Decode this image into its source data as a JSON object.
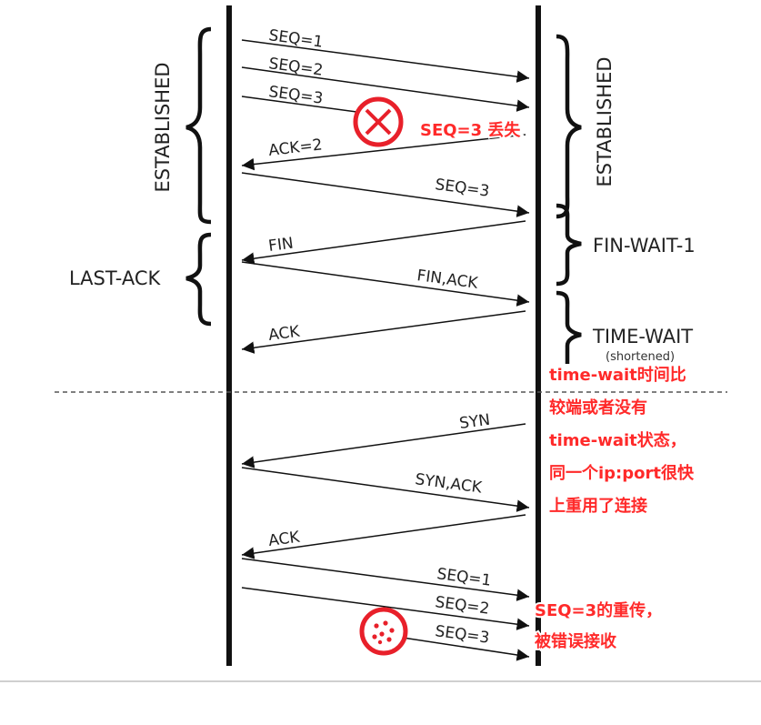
{
  "diagram": {
    "left_states": {
      "established": "ESTABLISHED",
      "last_ack": "LAST-ACK"
    },
    "right_states": {
      "established": "ESTABLISHED",
      "fin_wait_1": "FIN-WAIT-1",
      "time_wait": "TIME-WAIT",
      "time_wait_note": "(shortened)"
    },
    "messages": {
      "seq1": "SEQ=1",
      "seq2": "SEQ=2",
      "seq3": "SEQ=3",
      "ack2": "ACK=2",
      "seq3_retry": "SEQ=3",
      "fin": "FIN",
      "fin_ack": "FIN,ACK",
      "ack": "ACK",
      "syn": "SYN",
      "syn_ack": "SYN,ACK",
      "ack_new": "ACK",
      "new_seq1": "SEQ=1",
      "new_seq2": "SEQ=2",
      "new_seq3": "SEQ=3"
    },
    "annotations": {
      "lost": "SEQ=3 丢失",
      "time_wait_lines": [
        "time-wait时间比",
        "较端或者没有",
        "time-wait状态，",
        "同一个ip:port很快",
        "上重用了连接"
      ],
      "retransmit_lines": [
        "SEQ=3的重传，",
        "被错误接收"
      ]
    },
    "colors": {
      "line": "#111111",
      "annotation": "#ff2a2a",
      "lost_marker": "#e8202a"
    }
  }
}
